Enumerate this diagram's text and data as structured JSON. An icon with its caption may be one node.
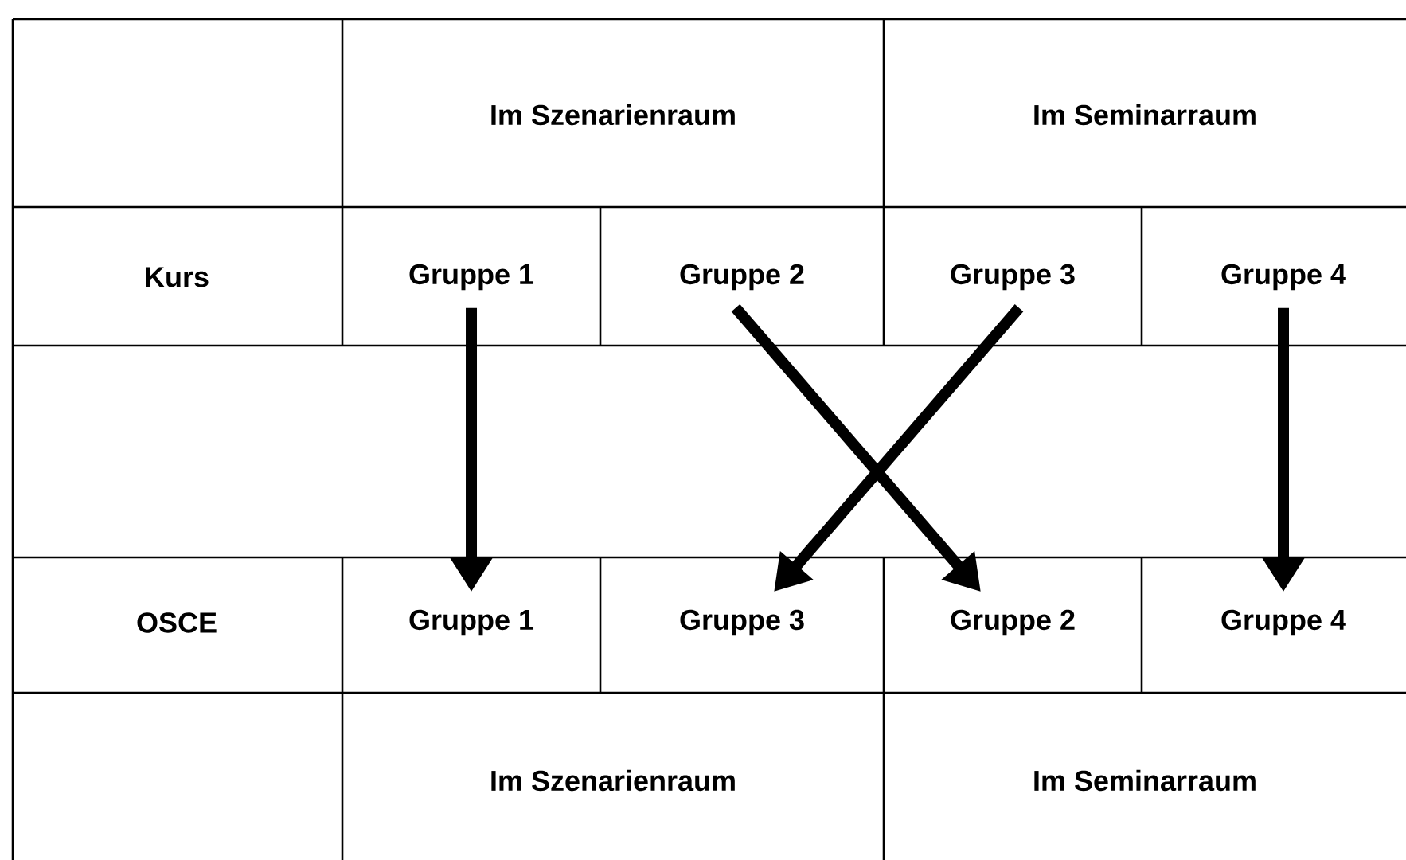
{
  "diagram": {
    "nodes": [
      {
        "text": [
          "Im Szenarienraum"
        ]
      },
      {
        "text": [
          "Im Seminarraum"
        ]
      },
      {
        "text": [
          "Kurs"
        ]
      },
      {
        "text": [
          "Gruppe 1"
        ]
      },
      {
        "text": [
          "Gruppe 2"
        ]
      },
      {
        "text": [
          "Gruppe 3"
        ]
      },
      {
        "text": [
          "Gruppe 4"
        ]
      },
      {
        "text": [
          "OSCE"
        ]
      },
      {
        "text": [
          "Gruppe 1"
        ]
      },
      {
        "text": [
          "Gruppe 3"
        ]
      },
      {
        "text": [
          "Gruppe 2"
        ]
      },
      {
        "text": [
          "Gruppe 4"
        ]
      },
      {
        "text": [
          "Im Szenarienraum"
        ]
      },
      {
        "text": [
          "Im Seminarraum"
        ]
      }
    ],
    "edges": [
      {
        "from": 3,
        "to": 8,
        "arrow": "to"
      },
      {
        "from": 4,
        "to": 10,
        "arrow": "to"
      },
      {
        "from": 5,
        "to": 9,
        "arrow": "to"
      },
      {
        "from": 6,
        "to": 11,
        "arrow": "to"
      }
    ]
  }
}
